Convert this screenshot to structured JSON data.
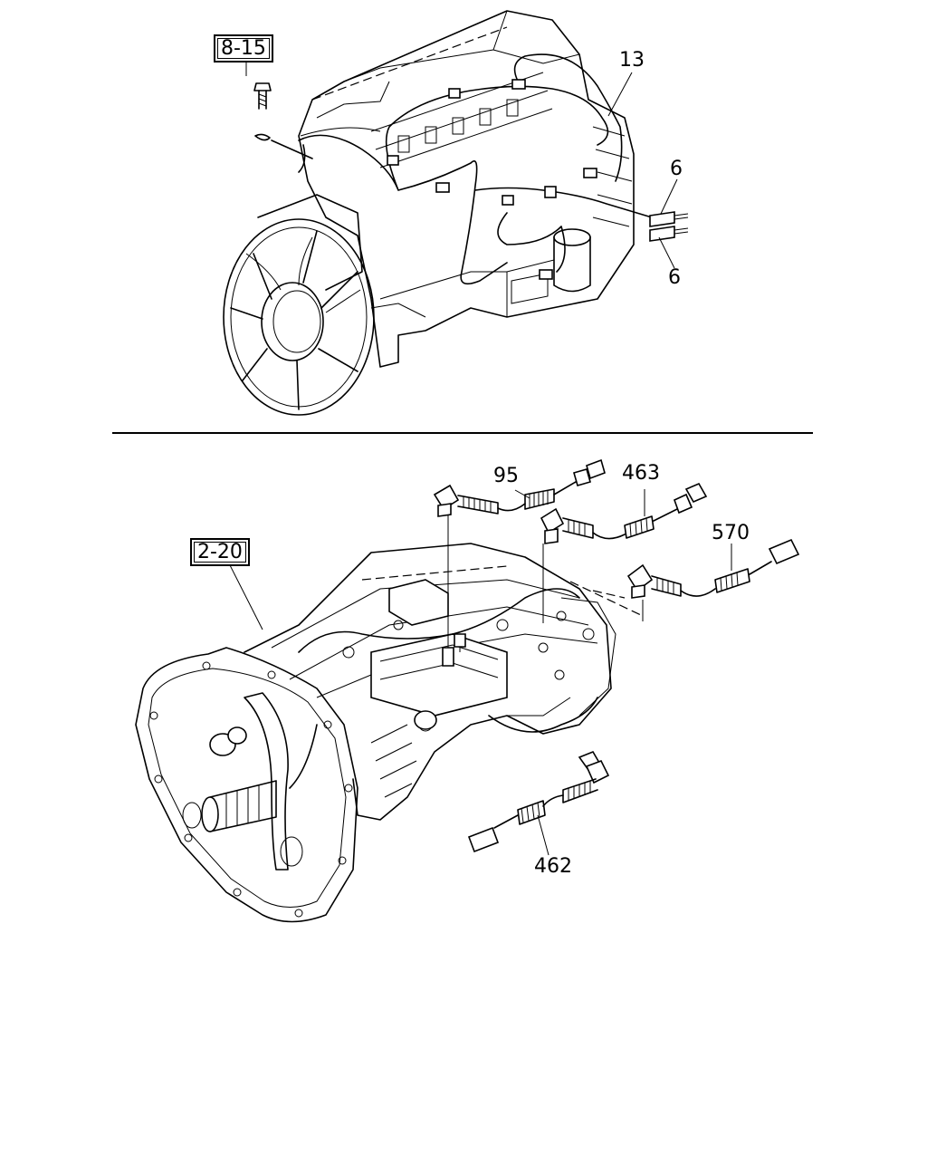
{
  "engine_section": {
    "ref_box": "8-15",
    "callouts": [
      "13",
      "6",
      "6"
    ]
  },
  "transmission_section": {
    "ref_box": "2-20",
    "callouts": [
      "95",
      "463",
      "570",
      "462"
    ]
  }
}
